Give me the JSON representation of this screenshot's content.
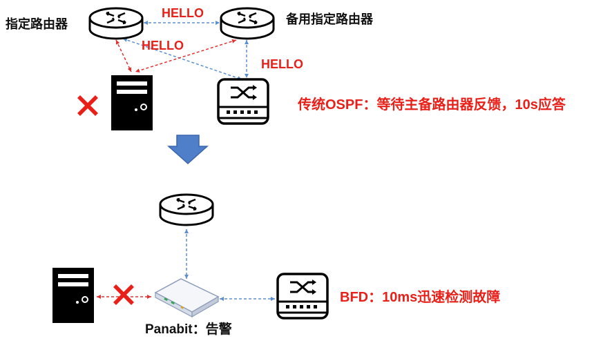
{
  "labels": {
    "dr": "指定路由器",
    "bdr": "备用指定路由器",
    "hello_top": "HELLO",
    "hello_mid": "HELLO",
    "hello_right": "HELLO",
    "ospf_note": "传统OSPF：等待主备路由器反馈，10s应答",
    "bfd_note": "BFD：10ms迅速检测故障",
    "panabit": "Panabit：告警"
  },
  "colors": {
    "red": "#e8201a",
    "blue_arrow": "#4f7fc8",
    "blue_dashed": "#5b8fd0",
    "red_dashed": "#e03030",
    "icon_black": "#000000"
  },
  "icons": {
    "router": "router-icon",
    "switch": "switch-icon",
    "server": "server-icon",
    "failure": "cross-icon",
    "transition": "down-arrow-icon",
    "appliance": "panabit-appliance-icon"
  }
}
